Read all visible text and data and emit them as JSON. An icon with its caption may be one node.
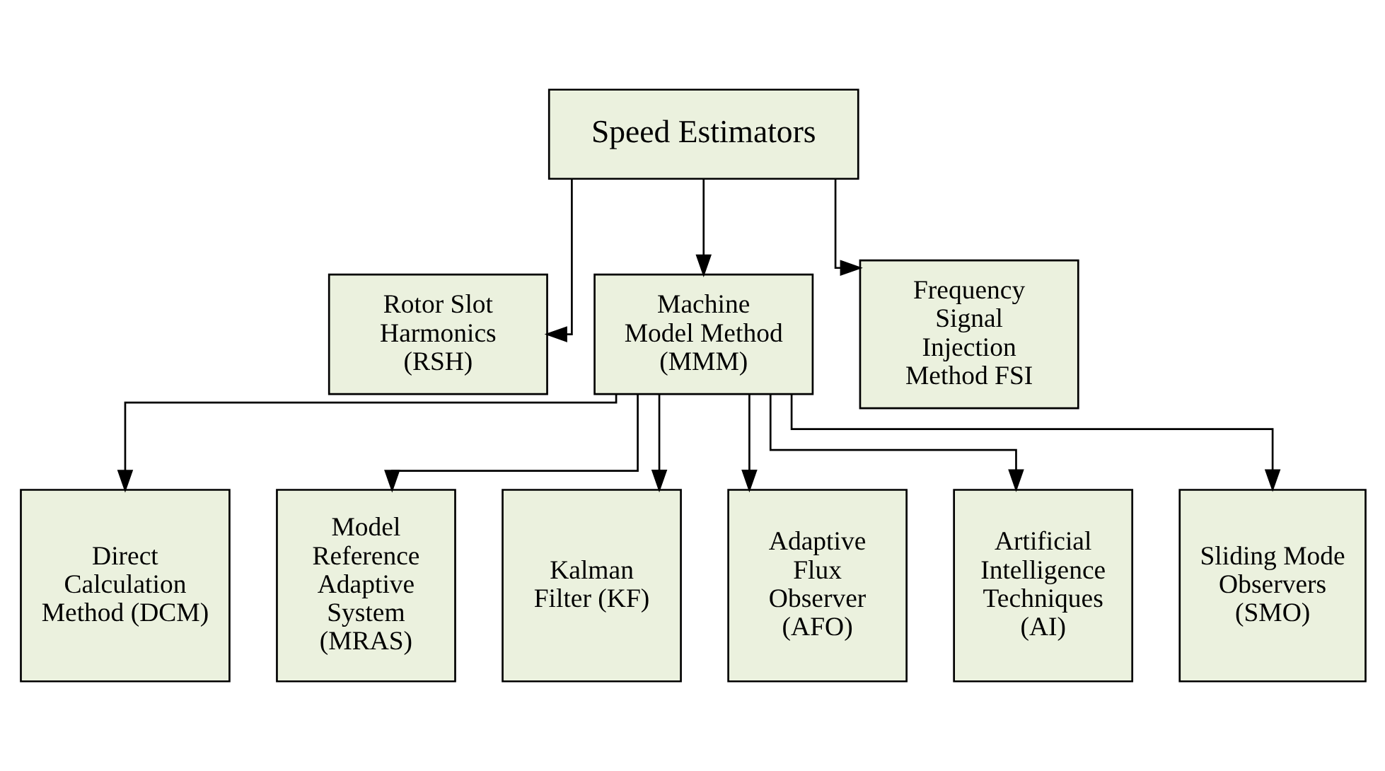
{
  "diagram": {
    "nodes": [
      {
        "text": [
          "Speed Estimators"
        ]
      },
      {
        "text": [
          "Rotor Slot Harmonics (RSH)"
        ]
      },
      {
        "text": [
          "Machine Model Method (MMM)"
        ]
      },
      {
        "text": [
          "Frequency Signal Injection Method FSI"
        ]
      },
      {
        "text": [
          "Direct Calculation Method (DCM)"
        ]
      },
      {
        "text": [
          "Model Reference Adaptive System (MRAS)"
        ]
      },
      {
        "text": [
          "Kalman Filter (KF)"
        ]
      },
      {
        "text": [
          "Adaptive Flux Observer (AFO)"
        ]
      },
      {
        "text": [
          "Artificial Intelligence Techniques (AI)"
        ]
      },
      {
        "text": [
          "Sliding Mode Observers (SMO)"
        ]
      }
    ],
    "edges": [
      {
        "from": 0,
        "to": 1,
        "arrow": "to"
      },
      {
        "from": 0,
        "to": 2,
        "arrow": "to"
      },
      {
        "from": 0,
        "to": 3,
        "arrow": "to"
      },
      {
        "from": 2,
        "to": 4,
        "arrow": "to"
      },
      {
        "from": 2,
        "to": 5,
        "arrow": "to"
      },
      {
        "from": 2,
        "to": 6,
        "arrow": "to"
      },
      {
        "from": 2,
        "to": 7,
        "arrow": "to"
      },
      {
        "from": 2,
        "to": 8,
        "arrow": "to"
      },
      {
        "from": 2,
        "to": 9,
        "arrow": "to"
      }
    ]
  }
}
